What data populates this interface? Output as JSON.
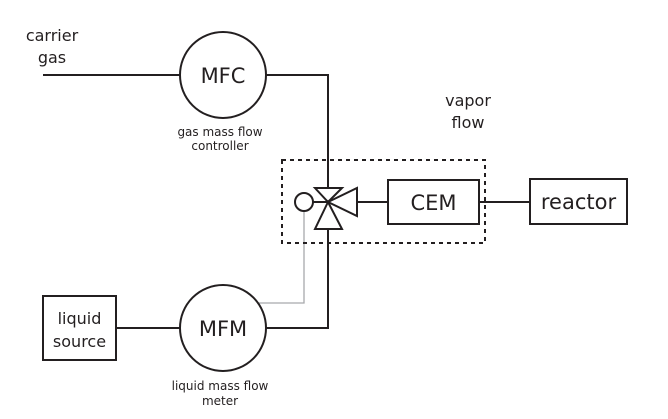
{
  "diagram": {
    "title": "",
    "colors": {
      "line": "#231f20",
      "signal_line": "#a7a9ac",
      "background": "#ffffff"
    },
    "labels": {
      "carrier_gas": [
        "carrier",
        "gas"
      ],
      "vapor_flow": [
        "vapor",
        "flow"
      ],
      "mfc": "MFC",
      "mfc_caption": [
        "gas mass flow",
        "controller"
      ],
      "mfm": "MFM",
      "mfm_caption": [
        "liquid mass flow",
        "meter"
      ],
      "cem": "CEM",
      "reactor": "reactor",
      "liquid_source": [
        "liquid",
        "source"
      ]
    },
    "nodes": [
      {
        "id": "carrier-gas",
        "type": "input",
        "label": "carrier gas"
      },
      {
        "id": "mfc",
        "type": "circle",
        "label": "MFC",
        "caption": "gas mass flow controller"
      },
      {
        "id": "liquid-source",
        "type": "box",
        "label": "liquid source"
      },
      {
        "id": "mfm",
        "type": "circle",
        "label": "MFM",
        "caption": "liquid mass flow meter"
      },
      {
        "id": "valve",
        "type": "three-way-valve",
        "label": ""
      },
      {
        "id": "cem",
        "type": "box",
        "label": "CEM"
      },
      {
        "id": "reactor",
        "type": "box",
        "label": "reactor"
      }
    ],
    "edges": [
      {
        "from": "carrier-gas",
        "to": "mfc",
        "style": "solid"
      },
      {
        "from": "mfc",
        "to": "valve",
        "style": "solid"
      },
      {
        "from": "liquid-source",
        "to": "mfm",
        "style": "solid"
      },
      {
        "from": "mfm",
        "to": "valve",
        "style": "solid"
      },
      {
        "from": "mfm",
        "to": "valve-actuator",
        "style": "signal"
      },
      {
        "from": "valve",
        "to": "cem",
        "style": "solid"
      },
      {
        "from": "cem",
        "to": "reactor",
        "style": "solid",
        "label": "vapor flow"
      }
    ],
    "groups": [
      {
        "members": [
          "valve",
          "cem"
        ],
        "style": "dashed"
      }
    ]
  }
}
